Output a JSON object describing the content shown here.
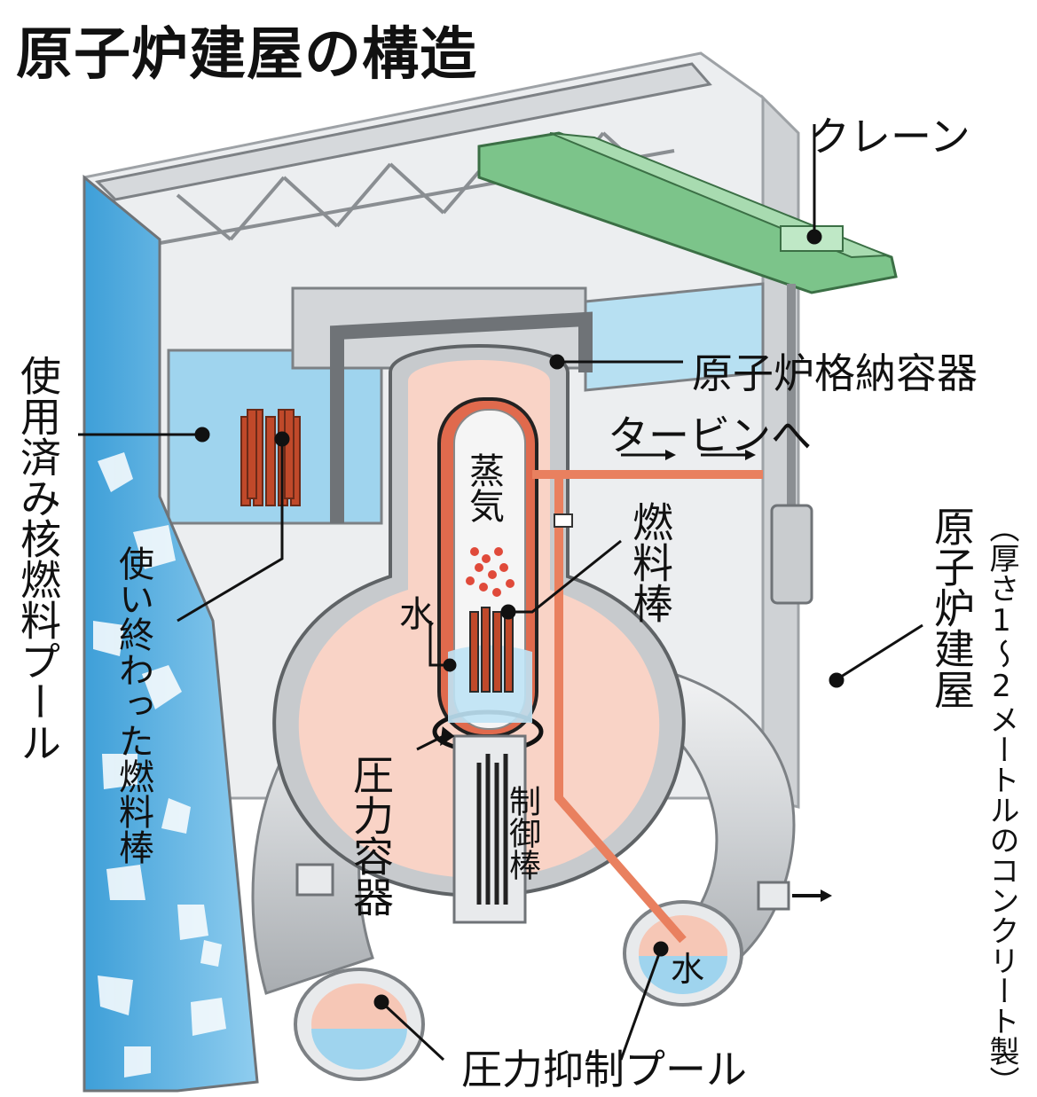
{
  "title": "原子炉建屋の構造",
  "labels": {
    "crane": "クレーン",
    "containment_vessel": "原子炉格納容器",
    "to_turbine": "タービンへ",
    "steam": "蒸気",
    "fuel_rods": "燃料棒",
    "water_in_vessel": "水",
    "pressure_vessel": "圧力容器",
    "control_rods": "制御棒",
    "spent_fuel_pool": "使用済み核燃料プール",
    "used_fuel_rods": "使い終わった燃料棒",
    "reactor_building": "原子炉建屋",
    "building_note": "（厚さ1～2メートルのコンクリート製）",
    "suppression_pool": "圧力抑制プール",
    "water_in_pool": "水"
  },
  "colors": {
    "concrete": "#c9cccf",
    "concrete_dark": "#8c9094",
    "pool_water": "#9fd4ee",
    "building_blue": "#5fb3e3",
    "vessel_pink": "#f6c7b6",
    "pipe_orange": "#e9805f",
    "crane_green": "#7cc48a",
    "fuel_red": "#c0492a"
  }
}
